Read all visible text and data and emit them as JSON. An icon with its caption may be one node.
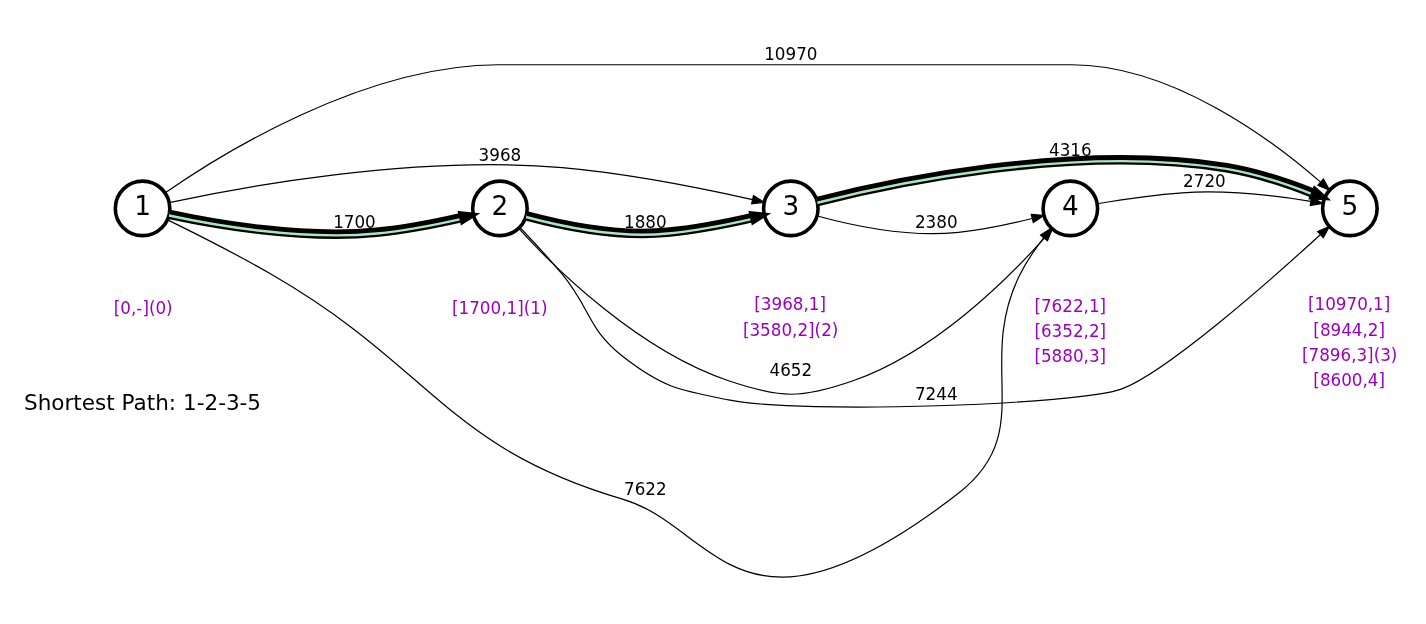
{
  "diagram": {
    "nodes": [
      {
        "text": [
          "1"
        ],
        "beside": [
          "[0,-](0)"
        ]
      },
      {
        "text": [
          "2"
        ],
        "beside": [
          "[1700,1](1)"
        ]
      },
      {
        "text": [
          "3"
        ],
        "beside": [
          "[3968,1]",
          "[3580,2](2)"
        ]
      },
      {
        "text": [
          "4"
        ],
        "beside": [
          "[7622,1]",
          "[6352,2]",
          "[5880,3]"
        ]
      },
      {
        "text": [
          "5"
        ],
        "beside": [
          "[10970,1]",
          "[8944,2]",
          "[7896,3](3)",
          "[8600,4]"
        ]
      }
    ],
    "edges": [
      {
        "from": 0,
        "to": 1,
        "arrow": "to",
        "label": "1700",
        "style": "thick"
      },
      {
        "from": 1,
        "to": 2,
        "arrow": "to",
        "label": "1880",
        "style": "thick"
      },
      {
        "from": 2,
        "to": 3,
        "arrow": "to",
        "label": "2380"
      },
      {
        "from": 3,
        "to": 4,
        "arrow": "to",
        "label": "2720"
      },
      {
        "from": 0,
        "to": 2,
        "arrow": "to",
        "label": "3968"
      },
      {
        "from": 0,
        "to": 3,
        "arrow": "to",
        "label": "7622"
      },
      {
        "from": 0,
        "to": 4,
        "arrow": "to",
        "label": "10970"
      },
      {
        "from": 1,
        "to": 3,
        "arrow": "to",
        "label": "4652"
      },
      {
        "from": 1,
        "to": 4,
        "arrow": "to",
        "label": "7244"
      },
      {
        "from": 2,
        "to": 4,
        "arrow": "to",
        "label": "4316",
        "style": "thick"
      }
    ],
    "labels": [
      "Shortest Path: 1-2-3-5"
    ]
  }
}
